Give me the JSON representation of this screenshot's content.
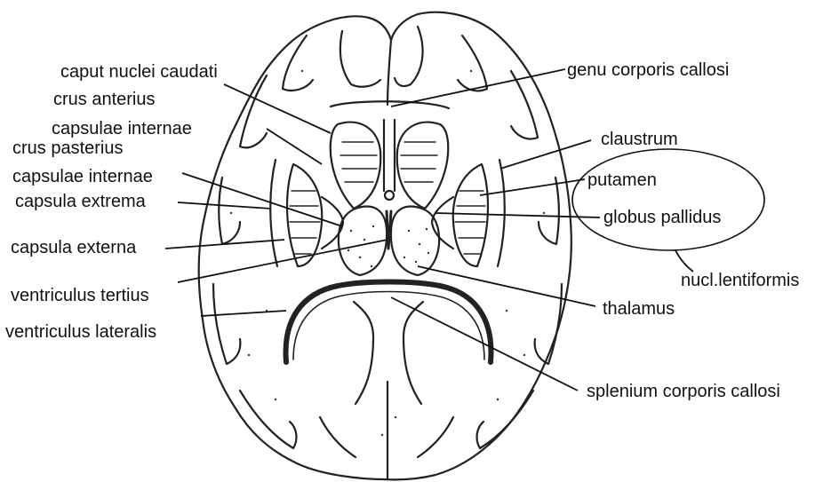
{
  "labels": {
    "caput_nuclei_caudati": "caput nuclei caudati",
    "crus_anterius": "crus anterius",
    "capsulae_internae_1": "capsulae internae",
    "crus_pasterius": "crus pasterius",
    "capsulae_internae_2": "capsulae internae",
    "capsula_extrema": "capsula extrema",
    "capsula_externa": "capsula externa",
    "ventriculus_tertius": "ventriculus tertius",
    "ventriculus_lateralis": "ventriculus lateralis",
    "genu_corporis_callosi": "genu corporis callosi",
    "claustrum": "claustrum",
    "putamen": "putamen",
    "globus_pallidus": "globus pallidus",
    "nucl_lentiformis": "nucl.lentiformis",
    "thalamus": "thalamus",
    "splenium_corporis_callosi": "splenium corporis callosi"
  }
}
